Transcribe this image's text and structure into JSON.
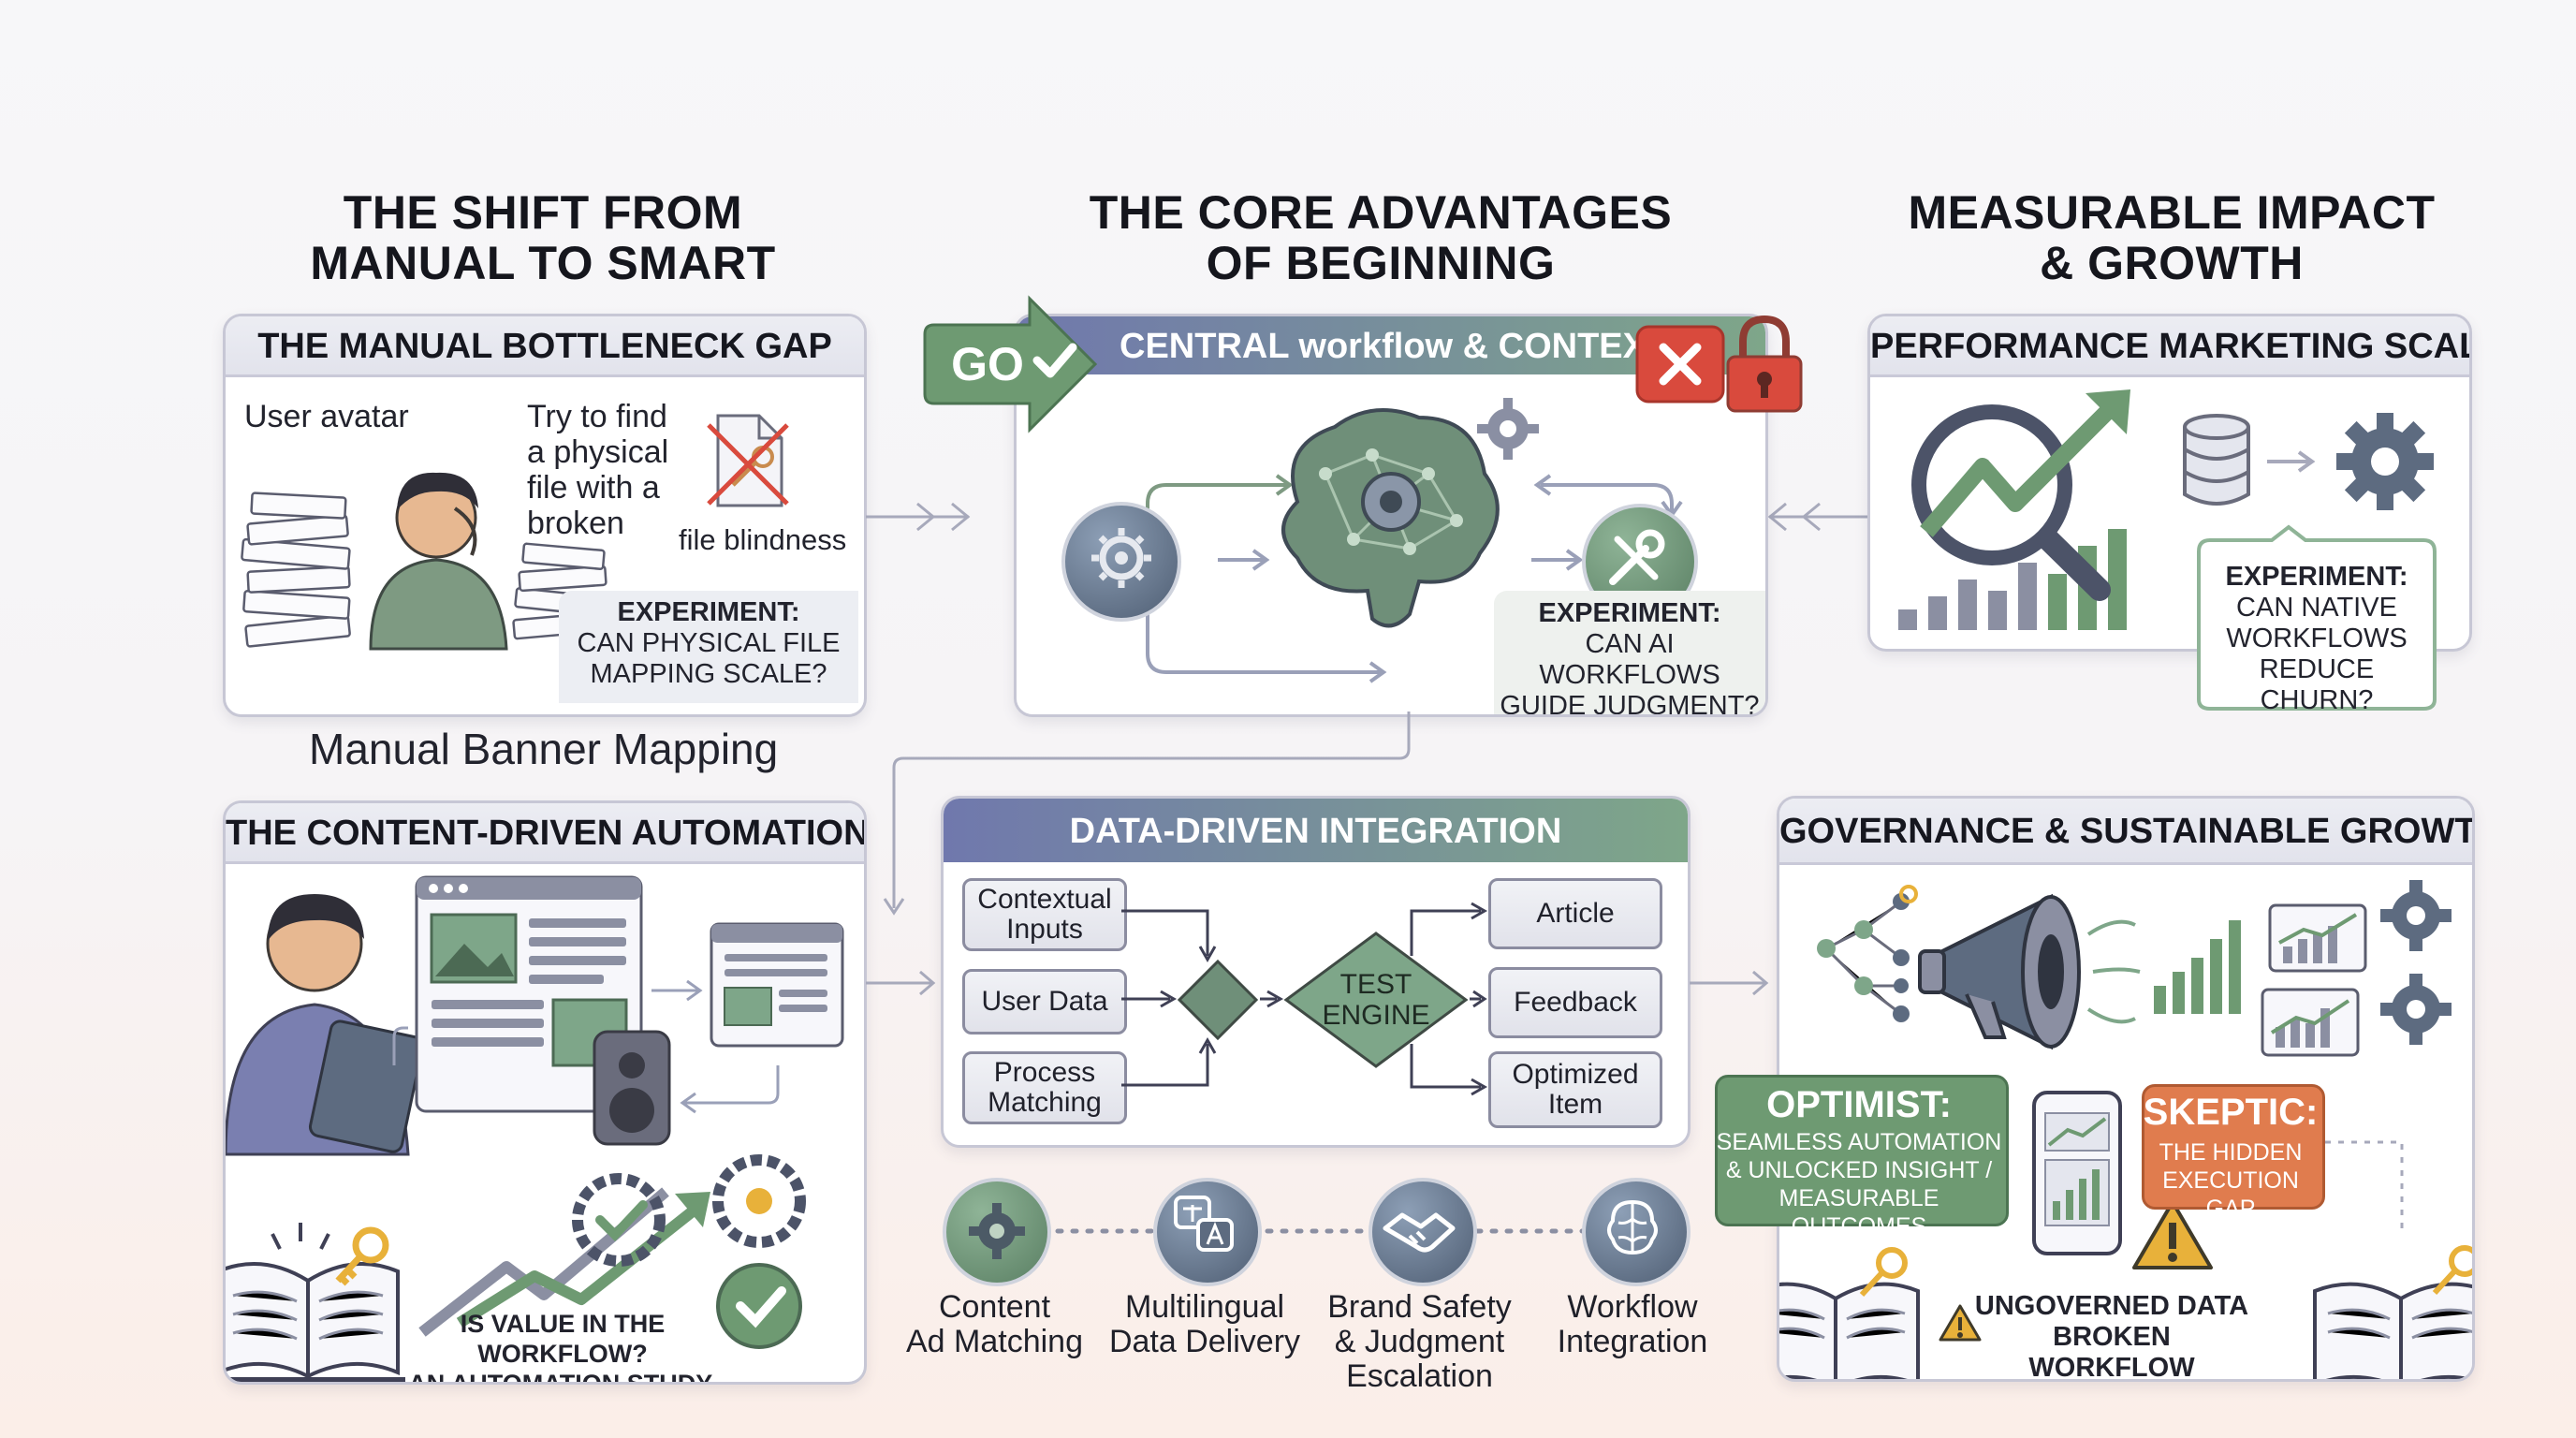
{
  "headings": {
    "left": "THE SHIFT FROM\nMANUAL TO SMART",
    "center": "THE CORE ADVANTAGES\nOF BEGINNING",
    "right": "MEASURABLE IMPACT\n& GROWTH"
  },
  "manual_panel": {
    "title": "THE MANUAL BOTTLENECK GAP",
    "user_avatar_label": "User avatar",
    "try_find": "Try to find\na physical\nfile with a\nbroken",
    "file_blindness": "file blindness",
    "experiment_label": "EXPERIMENT:",
    "experiment_text": "CAN PHYSICAL FILE\nMAPPING SCALE?",
    "caption": "Manual Banner Mapping"
  },
  "central_panel": {
    "go_label": "GO",
    "title": "CENTRAL workflow & CONTEXT",
    "experiment_label": "EXPERIMENT:",
    "experiment_text": "CAN AI WORKFLOWS\nGUIDE JUDGMENT?"
  },
  "performance_panel": {
    "title": "PERFORMANCE MARKETING SCALE",
    "experiment_label": "EXPERIMENT:",
    "experiment_text": "CAN NATIVE\nWORKFLOWS\nREDUCE CHURN?",
    "bars": [
      0.18,
      0.3,
      0.45,
      0.35,
      0.6,
      0.5,
      0.75,
      0.9
    ]
  },
  "content_panel": {
    "title": "THE CONTENT-DRIVEN AUTOMATION",
    "study_text": "IS VALUE IN THE WORKFLOW?\nAN AUTOMATION STUDY."
  },
  "integration_panel": {
    "title": "DATA-DRIVEN INTEGRATION",
    "inputs": [
      "Contextual\nInputs",
      "User Data",
      "Process\nMatching"
    ],
    "engine": "TEST\nENGINE",
    "outputs": [
      "Article",
      "Feedback",
      "Optimized\nItem"
    ]
  },
  "features": [
    {
      "label": "Content\nAd Matching",
      "icon": "gear-icon"
    },
    {
      "label": "Multilingual\nData Delivery",
      "icon": "translate-icon"
    },
    {
      "label": "Brand Safety\n& Judgment\nEscalation",
      "icon": "handshake-icon"
    },
    {
      "label": "Workflow\nIntegration",
      "icon": "brain-icon"
    }
  ],
  "governance_panel": {
    "title": "GOVERNANCE & SUSTAINABLE GROWTH",
    "optimist_label": "OPTIMIST:",
    "optimist_text": "SEAMLESS AUTOMATION\n& UNLOCKED INSIGHT /\nMEASURABLE OUTCOMES",
    "skeptic_label": "SKEPTIC:",
    "skeptic_text": "THE HIDDEN\nEXECUTION GAP",
    "warning_text": "UNGOVERNED DATA\nBROKEN WORKFLOW",
    "bars": [
      0.3,
      0.45,
      0.6,
      0.8,
      1.0
    ]
  },
  "colors": {
    "green": "#6f9a74",
    "slate": "#5d6b80",
    "purple": "#7a7fb0",
    "red": "#d94a3d",
    "orange": "#e07c4e",
    "gold": "#e8b13a"
  }
}
